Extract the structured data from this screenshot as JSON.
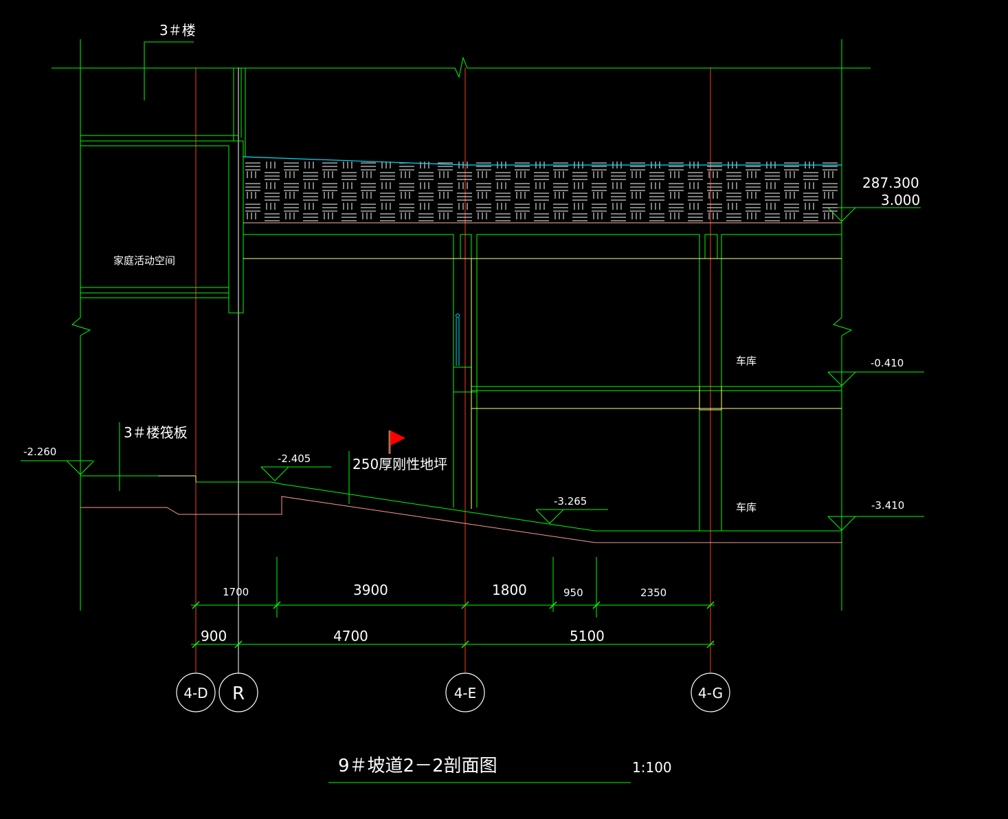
{
  "drawing": {
    "title": "9＃坡道2－2剖面图",
    "scale": "1:100",
    "building_label": "3＃楼",
    "room_family": "家庭活动空间",
    "room_garage_upper": "车库",
    "room_garage_lower": "车库",
    "raft_label": "3＃楼筏板",
    "slab_label": "250厚刚性地坪"
  },
  "elevations": {
    "top_abs": "287.300",
    "top_rel": "3.000",
    "mid": "-0.410",
    "left": "-2.260",
    "ramp_top": "-2.405",
    "ramp_bottom": "-3.265",
    "bottom": "-3.410"
  },
  "dimensions": {
    "row1": [
      "1700",
      "3900",
      "1800",
      "950",
      "2350"
    ],
    "row2": [
      "900",
      "4700",
      "5100"
    ]
  },
  "axes": [
    "4-D",
    "R",
    "4-E",
    "4-G"
  ],
  "colors": {
    "background": "#000000",
    "line": "#00ff00",
    "axis": "#ff3b1f",
    "structure": "#ffff80",
    "hatch": "#ffffff",
    "roof_surface": "#00e5ff",
    "ground": "#ff9999",
    "flag": "#ff0000"
  },
  "icons": [
    "flag-icon"
  ]
}
